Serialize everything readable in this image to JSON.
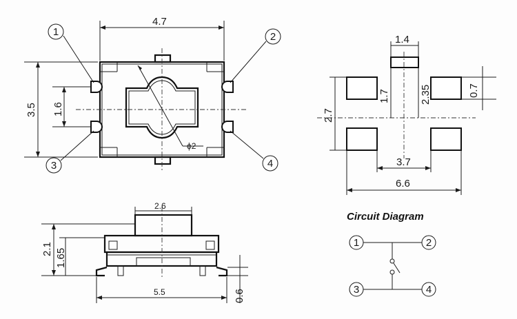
{
  "colors": {
    "ink": "#1a1a1a",
    "paper": "#fdfdfd"
  },
  "top_view": {
    "dim_width": "4.7",
    "dim_height": "3.5",
    "dim_inner": "1.6",
    "dim_dia": "ϕ2",
    "pin1": "①",
    "pin2": "②",
    "pin3": "③",
    "pin4": "④"
  },
  "footprint": {
    "dim_top_pad": "1.4",
    "dim_v1": "1.7",
    "dim_v2": "2.35",
    "dim_v3": "0.7",
    "dim_left": "2.7",
    "dim_inner_w": "3.7",
    "dim_total_w": "6.6"
  },
  "side_view": {
    "dim_top": "2.6",
    "dim_h1": "2.1",
    "dim_h2": "1.65",
    "dim_base": "5.5",
    "dim_foot": "0.6"
  },
  "circuit": {
    "title": "Circuit Diagram",
    "n1": "1",
    "n2": "2",
    "n3": "3",
    "n4": "4"
  }
}
